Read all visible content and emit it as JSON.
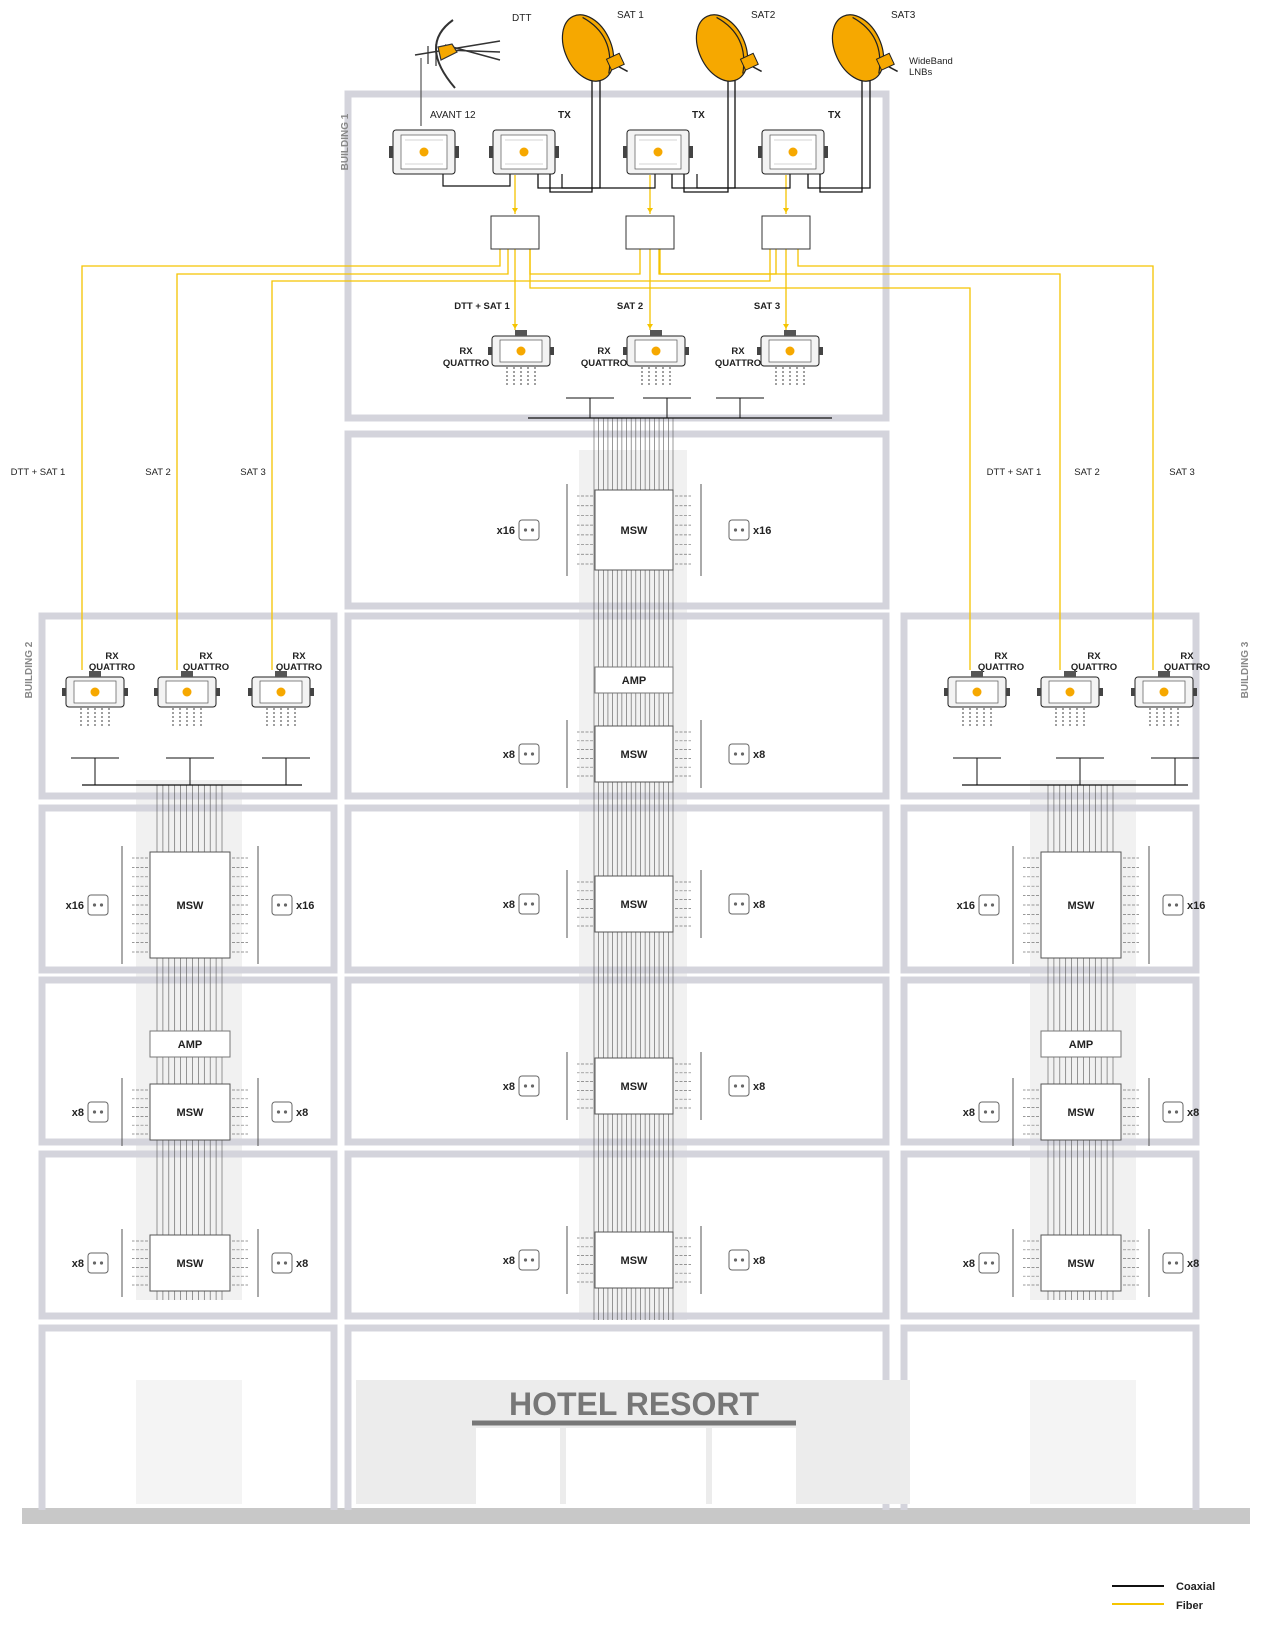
{
  "antennas": {
    "dtt": "DTT",
    "sat1": "SAT 1",
    "sat2": "SAT2",
    "sat3": "SAT3",
    "wideband_line1": "WideBand",
    "wideband_line2": "LNBs"
  },
  "headend": {
    "avant_label": "AVANT 12",
    "tx_label": "TX"
  },
  "buildings": {
    "b1": "BUILDING 1",
    "b2": "BUILDING 2",
    "b3": "BUILDING 3"
  },
  "feeds": {
    "dtt_sat1": "DTT + SAT 1",
    "dtt_sat1_side": "DTT + SAT  1",
    "sat2": "SAT 2",
    "sat3": "SAT 3"
  },
  "rx": {
    "line1": "RX",
    "line2": "QUATTRO"
  },
  "devices": {
    "msw": "MSW",
    "amp": "AMP"
  },
  "counts": {
    "x16": "x16",
    "x8": "x8"
  },
  "hotel": {
    "sign": "HOTEL RESORT"
  },
  "legend": {
    "coaxial": "Coaxial",
    "fiber": "Fiber"
  },
  "colors": {
    "fiber": "#f5c400",
    "dish": "#f6a800",
    "frame": "#d4d4dc",
    "coax": "#111111"
  }
}
